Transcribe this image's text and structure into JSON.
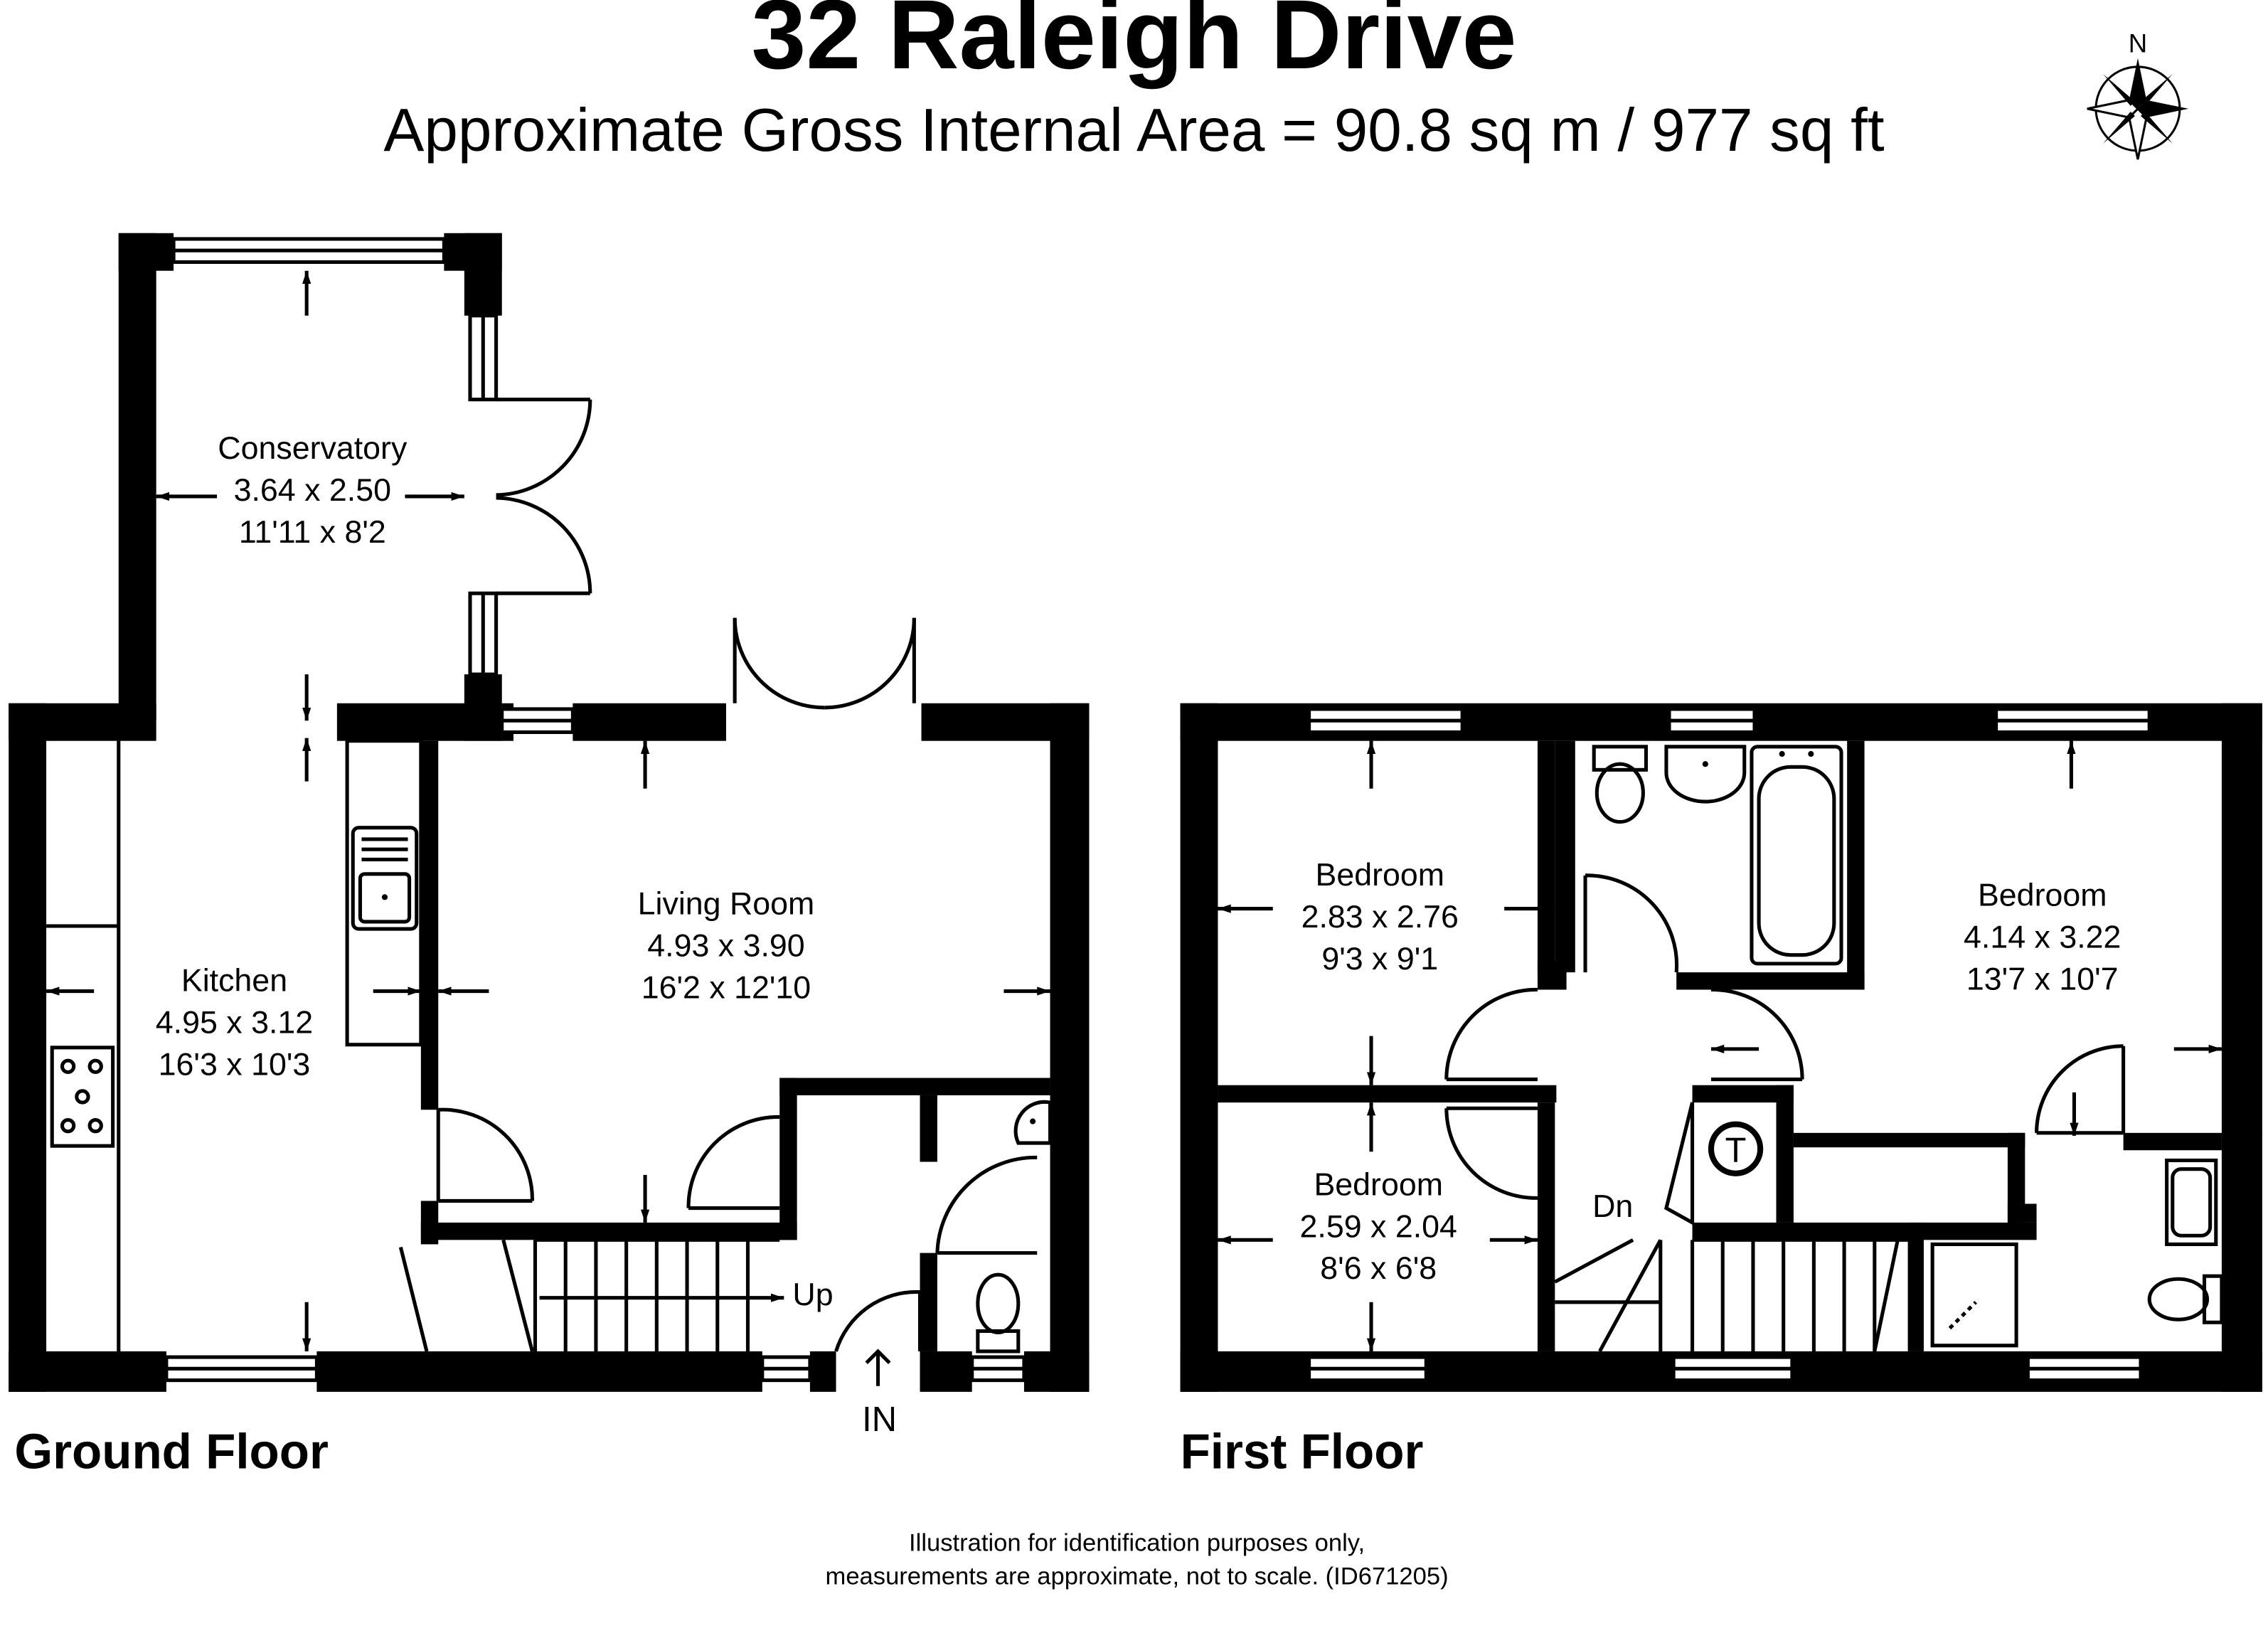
{
  "title": "32 Raleigh Drive",
  "subtitle": "Approximate Gross Internal Area = 90.8 sq m / 977 sq ft",
  "compass_label": "N",
  "floors": {
    "ground": {
      "label": "Ground Floor",
      "rooms": {
        "conservatory": {
          "name": "Conservatory",
          "metric": "3.64 x 2.50",
          "imperial": "11'11 x 8'2"
        },
        "kitchen": {
          "name": "Kitchen",
          "metric": "4.95 x 3.12",
          "imperial": "16'3 x 10'3"
        },
        "living": {
          "name": "Living Room",
          "metric": "4.93 x 3.90",
          "imperial": "16'2 x 12'10"
        }
      },
      "stairs_label": "Up",
      "entrance_label": "IN"
    },
    "first": {
      "label": "First Floor",
      "rooms": {
        "bedroom1": {
          "name": "Bedroom",
          "metric": "2.83 x 2.76",
          "imperial": "9'3 x 9'1"
        },
        "bedroom2": {
          "name": "Bedroom",
          "metric": "4.14 x 3.22",
          "imperial": "13'7 x 10'7"
        },
        "bedroom3": {
          "name": "Bedroom",
          "metric": "2.59 x 2.04",
          "imperial": "8'6 x 6'8"
        }
      },
      "stairs_label": "Dn",
      "tank_label": "T"
    }
  },
  "footer": {
    "line1": "Illustration for identification purposes only,",
    "line2": "measurements are approximate, not to scale. (ID671205)"
  }
}
